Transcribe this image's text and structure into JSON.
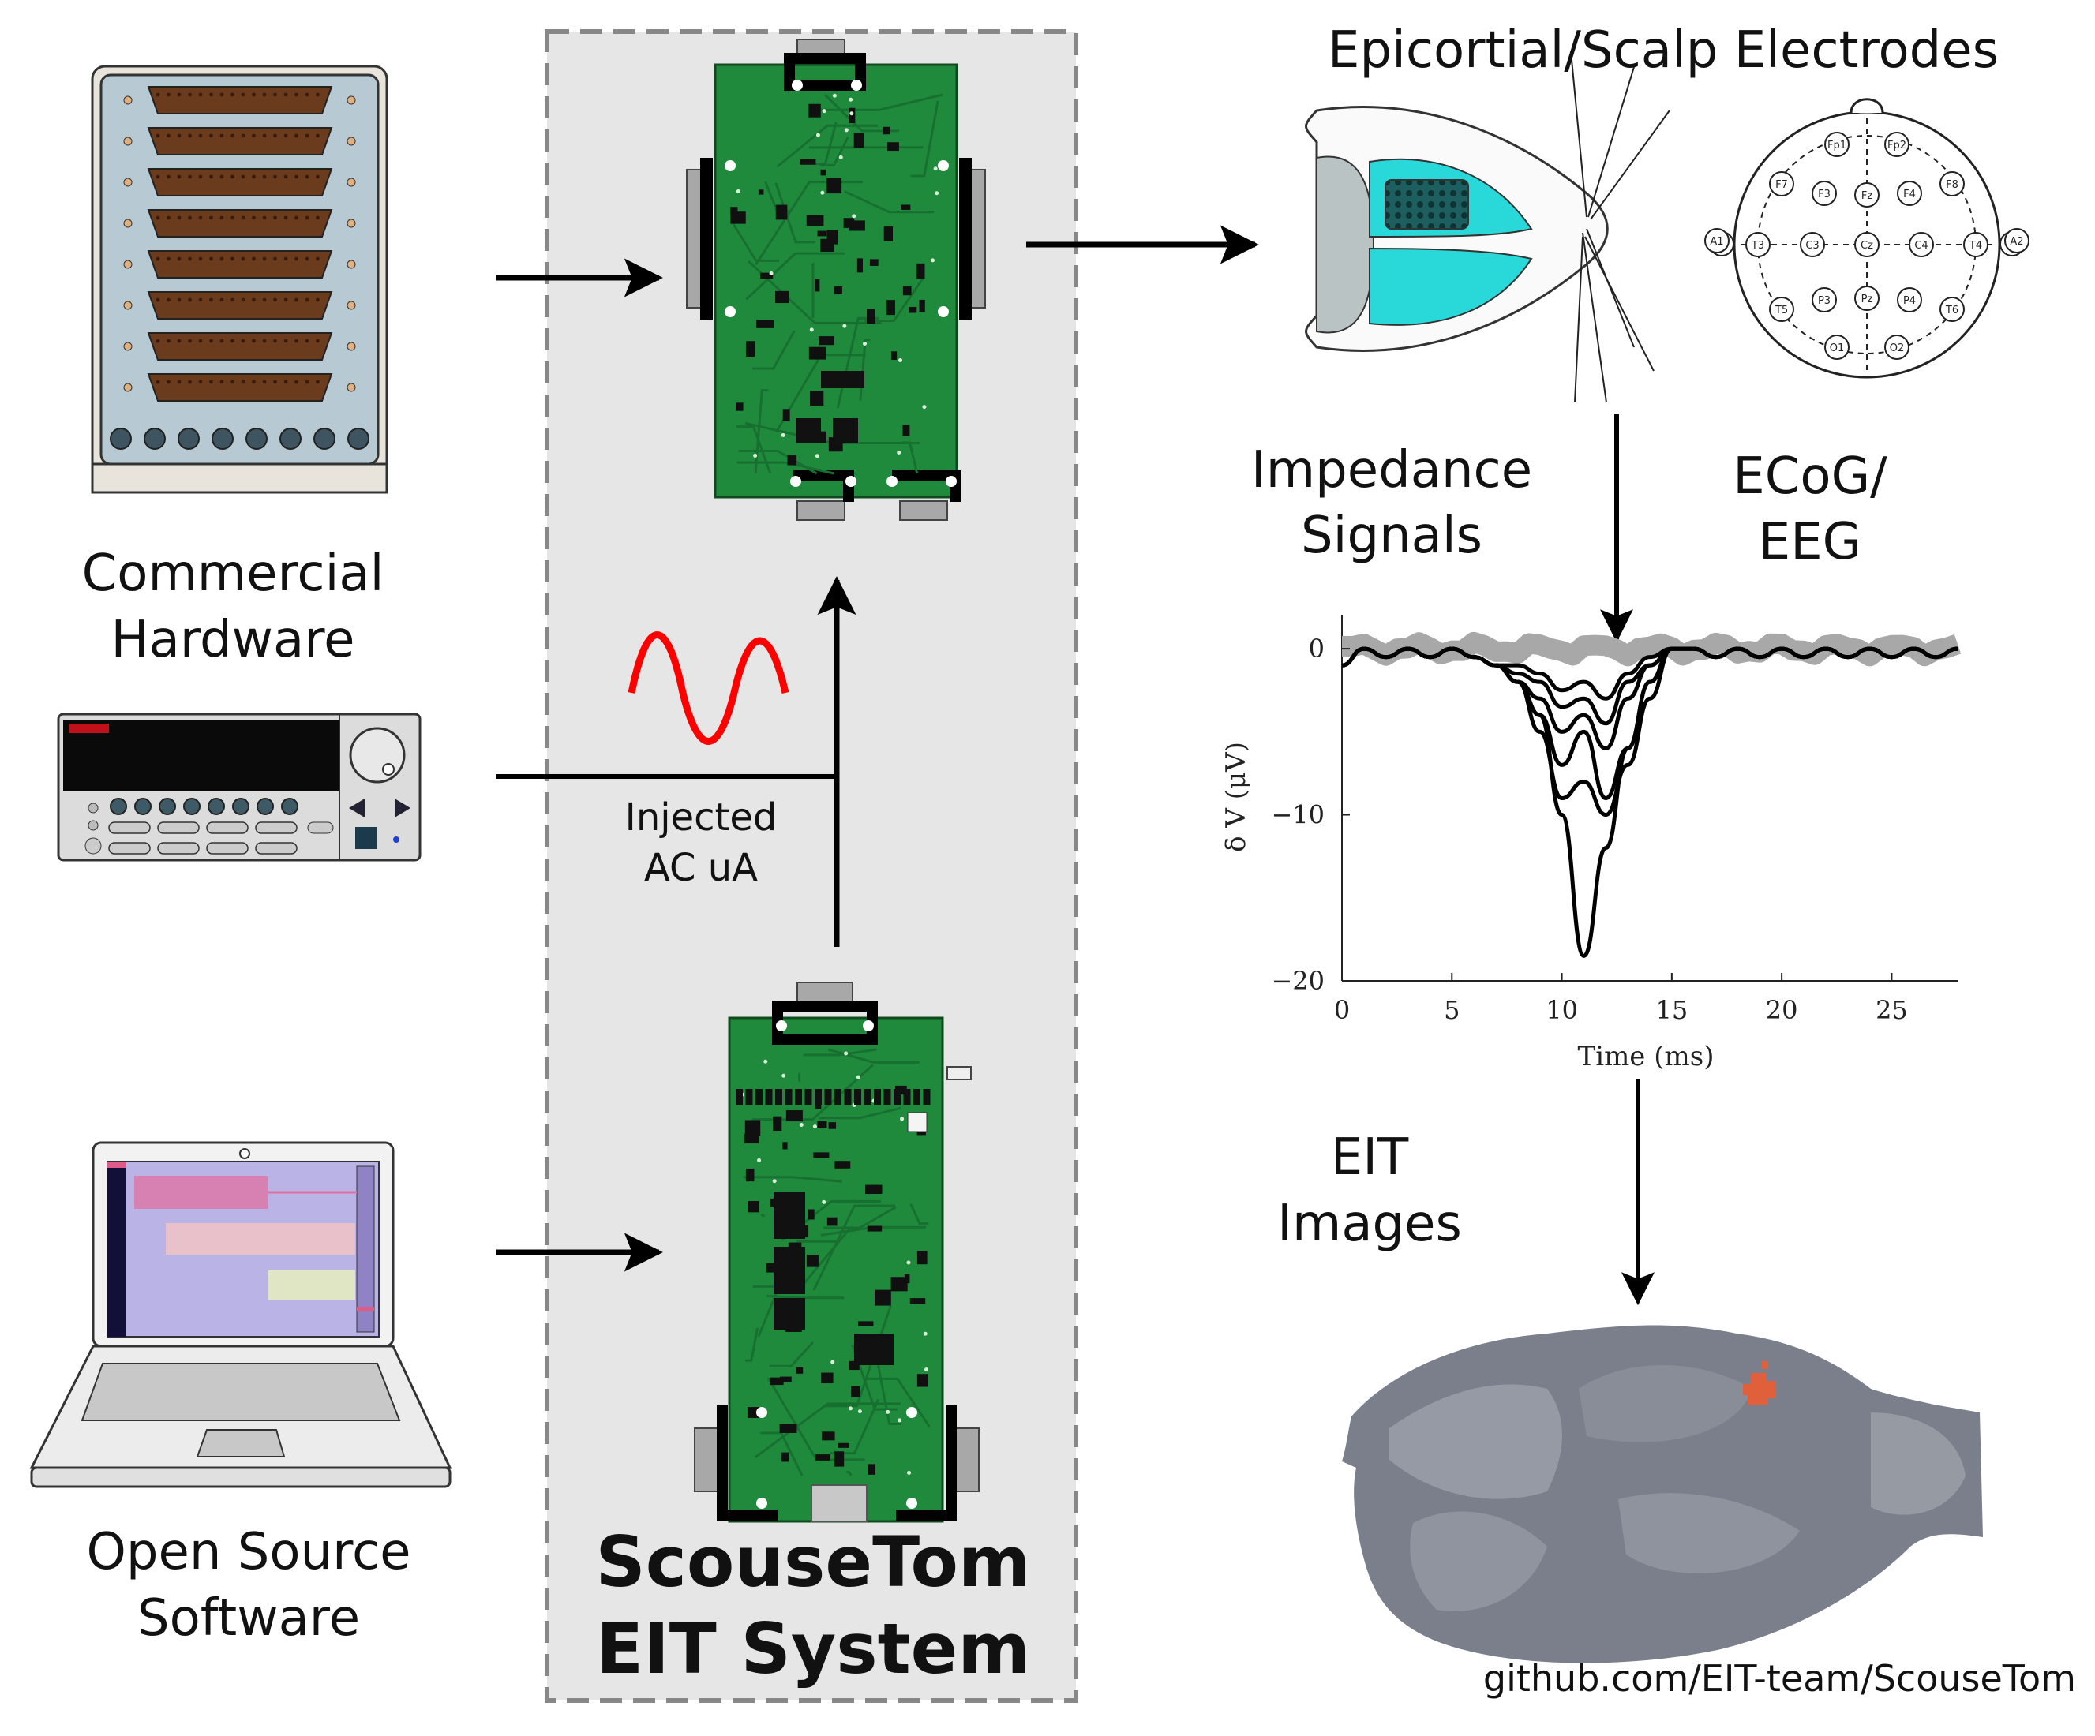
{
  "labels": {
    "commercial_hardware": [
      "Commercial",
      "Hardware"
    ],
    "open_source_software": [
      "Open Source",
      "Software"
    ],
    "injected": [
      "Injected",
      "AC uA"
    ],
    "system_title": [
      "ScouseTom",
      "EIT System"
    ],
    "electrodes": "Epicortial/Scalp Electrodes",
    "impedance": [
      "Impedance",
      "Signals"
    ],
    "ecog": [
      "ECoG/",
      "EEG"
    ],
    "eit_images": [
      "EIT",
      "Images"
    ],
    "github": "github.com/EIT-team/ScouseTom"
  },
  "eeg_electrodes": [
    "Fp1",
    "Fp2",
    "F7",
    "F3",
    "Fz",
    "F4",
    "F8",
    "A1",
    "T3",
    "C3",
    "Cz",
    "C4",
    "T4",
    "A2",
    "T5",
    "P3",
    "Pz",
    "P4",
    "T6",
    "O1",
    "O2"
  ],
  "colors": {
    "pcb": "#1f8a3c",
    "brain_cyan": "#29d9d9",
    "sine": "#ff0000",
    "panel": "#e6e6e6",
    "brain_grey": "#7b7f8c",
    "hotspot": "#e0603c"
  },
  "chart_data": {
    "type": "line",
    "xlabel": "Time (ms)",
    "ylabel": "δ V (μV)",
    "xlim": [
      0,
      28
    ],
    "ylim": [
      -20,
      2
    ],
    "xticks": [
      0,
      5,
      10,
      15,
      20,
      25
    ],
    "yticks": [
      0,
      -10,
      -20
    ],
    "series": [
      {
        "x": [
          0,
          1,
          2,
          3,
          4,
          5,
          6,
          7,
          8,
          9,
          10,
          11,
          12,
          13,
          14,
          15,
          16,
          17,
          18,
          19,
          20,
          21,
          22,
          23,
          24,
          25,
          26,
          27,
          28
        ],
        "y": [
          -1,
          0,
          -0.5,
          0,
          -0.5,
          0,
          -0.5,
          -1,
          -2,
          -4,
          -10,
          -18.5,
          -12,
          -6,
          -2,
          0,
          0,
          -0.5,
          0,
          -0.5,
          0,
          -0.5,
          0,
          -0.5,
          0,
          -0.5,
          0,
          -0.5,
          0
        ]
      },
      {
        "x": [
          0,
          1,
          2,
          3,
          4,
          5,
          6,
          7,
          8,
          9,
          10,
          11,
          12,
          13,
          14,
          15,
          16,
          17,
          18,
          19,
          20,
          21,
          22,
          23,
          24,
          25,
          26,
          27,
          28
        ],
        "y": [
          -1,
          0,
          -0.5,
          0,
          -0.5,
          0,
          -0.5,
          -1,
          -2,
          -5,
          -9,
          -8,
          -10,
          -7,
          -3,
          0,
          0,
          -0.5,
          0,
          -0.5,
          0,
          -0.5,
          0,
          -0.5,
          0,
          -0.5,
          0,
          -0.5,
          0
        ]
      },
      {
        "x": [
          0,
          1,
          2,
          3,
          4,
          5,
          6,
          7,
          8,
          9,
          10,
          11,
          12,
          13,
          14,
          15,
          16,
          17,
          18,
          19,
          20,
          21,
          22,
          23,
          24,
          25,
          26,
          27,
          28
        ],
        "y": [
          -1,
          0,
          -0.5,
          0,
          -0.5,
          0,
          -0.5,
          -1,
          -2,
          -4,
          -7,
          -5,
          -9,
          -6,
          -2,
          0,
          0,
          -0.5,
          0,
          -0.5,
          0,
          -0.5,
          0,
          -0.5,
          0,
          -0.5,
          0,
          -0.5,
          0
        ]
      },
      {
        "x": [
          0,
          1,
          2,
          3,
          4,
          5,
          6,
          7,
          8,
          9,
          10,
          11,
          12,
          13,
          14,
          15,
          16,
          17,
          18,
          19,
          20,
          21,
          22,
          23,
          24,
          25,
          26,
          27,
          28
        ],
        "y": [
          -1,
          0,
          -0.5,
          0,
          -0.5,
          0,
          -0.5,
          -1,
          -2,
          -3,
          -5,
          -4,
          -6,
          -3,
          -1,
          0,
          0,
          -0.5,
          0,
          -0.5,
          0,
          -0.5,
          0,
          -0.5,
          0,
          -0.5,
          0,
          -0.5,
          0
        ]
      },
      {
        "x": [
          0,
          1,
          2,
          3,
          4,
          5,
          6,
          7,
          8,
          9,
          10,
          11,
          12,
          13,
          14,
          15,
          16,
          17,
          18,
          19,
          20,
          21,
          22,
          23,
          24,
          25,
          26,
          27,
          28
        ],
        "y": [
          -1,
          0,
          -0.5,
          0,
          -0.5,
          0,
          -0.5,
          -1,
          -1.5,
          -2,
          -3.5,
          -3,
          -4.5,
          -2,
          -1,
          0,
          0,
          -0.5,
          0,
          -0.5,
          0,
          -0.5,
          0,
          -0.5,
          0,
          -0.5,
          0,
          -0.5,
          0
        ]
      },
      {
        "x": [
          0,
          1,
          2,
          3,
          4,
          5,
          6,
          7,
          8,
          9,
          10,
          11,
          12,
          13,
          14,
          15,
          16,
          17,
          18,
          19,
          20,
          21,
          22,
          23,
          24,
          25,
          26,
          27,
          28
        ],
        "y": [
          -1,
          0,
          -0.5,
          0,
          -0.5,
          0,
          -0.5,
          -1,
          -1,
          -1.5,
          -2.5,
          -2,
          -3,
          -1.5,
          -0.5,
          0,
          0,
          -0.5,
          0,
          -0.5,
          0,
          -0.5,
          0,
          -0.5,
          0,
          -0.5,
          0,
          -0.5,
          0
        ]
      }
    ]
  }
}
